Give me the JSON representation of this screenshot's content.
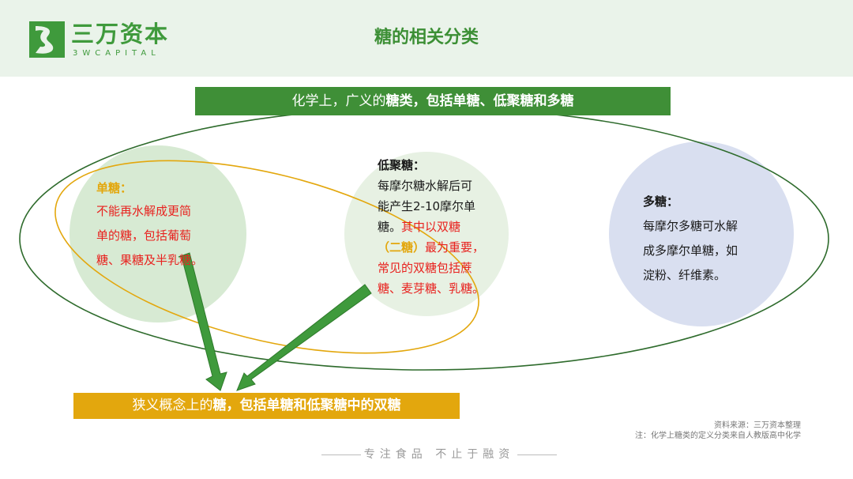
{
  "header": {
    "brand_cn": "三万资本",
    "brand_en": "3WCAPITAL",
    "page_title": "糖的相关分类",
    "logo_icon": "3w-logo-icon",
    "brand_color": "#3f9a3c"
  },
  "top_banner": {
    "prefix": "化学上，广义的",
    "bold": "糖类，包括单糖、低聚糖和多糖",
    "color": "#3f8f37"
  },
  "circles": {
    "mono": {
      "title": "单糖：",
      "lines": [
        "不能再水解成更简",
        "单的糖，包括葡萄",
        "糖、果糖及半乳糖。"
      ],
      "fill": "#d7ead3"
    },
    "oligo": {
      "title": "低聚糖：",
      "line1": "每摩尔糖水解后可",
      "line2": "能产生2-10摩尔单",
      "line3_dark": "糖。",
      "line3_red": "其中以双糖",
      "line4_yellow": "（二糖）",
      "line4_red": "最为重要，",
      "line5": "常见的双糖包括蔗",
      "line6": "糖、麦芽糖、乳糖。",
      "fill": "#e7f1e3"
    },
    "poly": {
      "title": "多糖：",
      "lines": [
        "每摩尔多糖可水解",
        "成多摩尔单糖，如",
        "淀粉、纤维素。"
      ],
      "fill": "#d9dff0"
    }
  },
  "bottom_banner": {
    "prefix": "狭义概念上的",
    "bold": "糖，包括单糖和低聚糖中的双糖",
    "color": "#e3a70d"
  },
  "source": {
    "line1": "资料来源：三万资本整理",
    "line2": "注：化学上糖类的定义分类来自人教版高中化学"
  },
  "footer": {
    "slogan": "专注食品 不止于融资"
  }
}
